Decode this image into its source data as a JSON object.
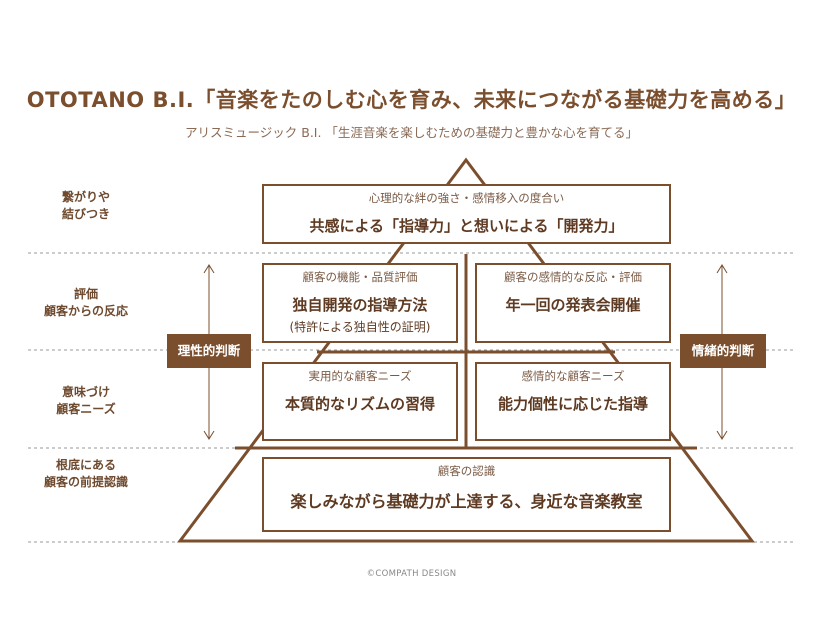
{
  "header": {
    "title": "OTOTANO B.I.「音楽をたのしむ心を育み、未来につながる基礎力を高める」",
    "subtitle": "アリスミュージック B.I. 「生涯音楽を楽しむための基礎力と豊かな心を育てる」"
  },
  "rows": [
    {
      "label_lines": [
        "繋がりや",
        "結びつき"
      ]
    },
    {
      "label_lines": [
        "評価",
        "顧客からの反応"
      ]
    },
    {
      "label_lines": [
        "意味づけ",
        "顧客ニーズ"
      ]
    },
    {
      "label_lines": [
        "根底にある",
        "顧客の前提認識"
      ]
    }
  ],
  "boxes": {
    "top": {
      "caption": "心理的な絆の強さ・感情移入の度合い",
      "main": "共感による「指導力」と想いによる「開発力」"
    },
    "eval_left": {
      "caption": "顧客の機能・品質評価",
      "main": "独自開発の指導方法",
      "note": "(特許による独自性の証明)"
    },
    "eval_right": {
      "caption": "顧客の感情的な反応・評価",
      "main": "年一回の発表会開催"
    },
    "need_left": {
      "caption": "実用的な顧客ニーズ",
      "main": "本質的なリズムの習得"
    },
    "need_right": {
      "caption": "感情的な顧客ニーズ",
      "main": "能力個性に応じた指導"
    },
    "base": {
      "caption": "顧客の認識",
      "main": "楽しみながら基礎力が上達する、身近な音楽教室"
    }
  },
  "judgments": {
    "left": "理性的判断",
    "right": "情緒的判断"
  },
  "credit": "©COMPATH DESIGN",
  "colors": {
    "brown": "#7b4f2e",
    "dashed_line": "#9a9a9a",
    "background": "#ffffff"
  }
}
